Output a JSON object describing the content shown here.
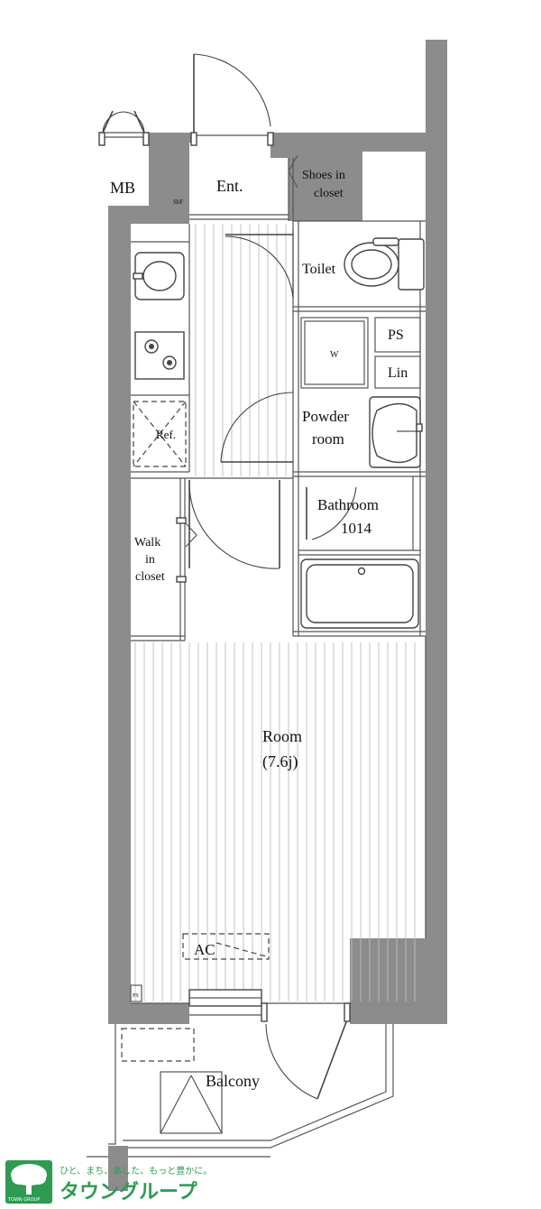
{
  "rooms": {
    "mb": "MB",
    "entrance": "Ent.",
    "shoes_line1": "Shoes in",
    "shoes_line2": "closet",
    "sbf": "SbF",
    "toilet": "Toilet",
    "ps": "PS",
    "linen": "Lin",
    "washer": "W",
    "powder_line1": "Powder",
    "powder_line2": "room",
    "refrigerator": "Ref.",
    "walkin_line1": "Walk",
    "walkin_line2": "in",
    "walkin_line3": "closet",
    "bathroom_line1": "Bathroom",
    "bathroom_line2": "1014",
    "room_line1": "Room",
    "room_line2": "(7.6j)",
    "ac": "AC",
    "balcony": "Balcony",
    "ps_small": "PS"
  },
  "brand": {
    "tagline": "ひと、まち、あした、もっと豊かに。",
    "name": "タウングループ",
    "sub": "TOWN GROUP"
  },
  "colors": {
    "wall": "#8c8c8c",
    "brand_green": "#2e9a52"
  }
}
